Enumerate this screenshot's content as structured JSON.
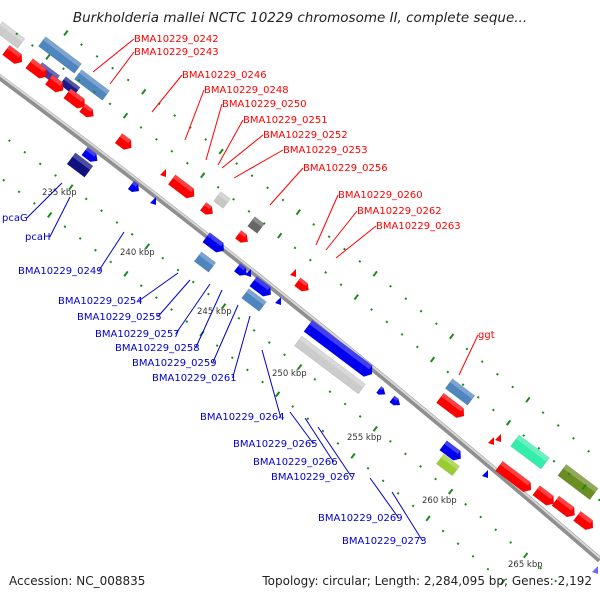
{
  "title": "Burkholderia mallei NCTC 10229 chromosome II, complete seque...",
  "footer": {
    "accession": "Accession: NC_008835",
    "summary": "Topology: circular; Length: 2,284,095 bp; Genes: 2,192"
  },
  "colors": {
    "forward_label": "#ff0000",
    "reverse_label": "#0000cc",
    "backbone": "#999999",
    "tick": "#1a8a1a"
  },
  "scale_ticks": [
    "235 kbp",
    "240 kbp",
    "245 kbp",
    "250 kbp",
    "255 kbp",
    "260 kbp",
    "265 kbp"
  ],
  "forward_labels": [
    "BMA10229_0242",
    "BMA10229_0243",
    "BMA10229_0246",
    "BMA10229_0248",
    "BMA10229_0250",
    "BMA10229_0251",
    "BMA10229_0252",
    "BMA10229_0253",
    "BMA10229_0256",
    "BMA10229_0260",
    "BMA10229_0262",
    "BMA10229_0263",
    "ggt"
  ],
  "reverse_labels": [
    "pcaG",
    "pcaH",
    "BMA10229_0249",
    "BMA10229_0254",
    "BMA10229_0255",
    "BMA10229_0257",
    "BMA10229_0258",
    "BMA10229_0259",
    "BMA10229_0261",
    "BMA10229_0264",
    "BMA10229_0265",
    "BMA10229_0266",
    "BMA10229_0267",
    "BMA10229_0269",
    "BMA10229_0273"
  ]
}
